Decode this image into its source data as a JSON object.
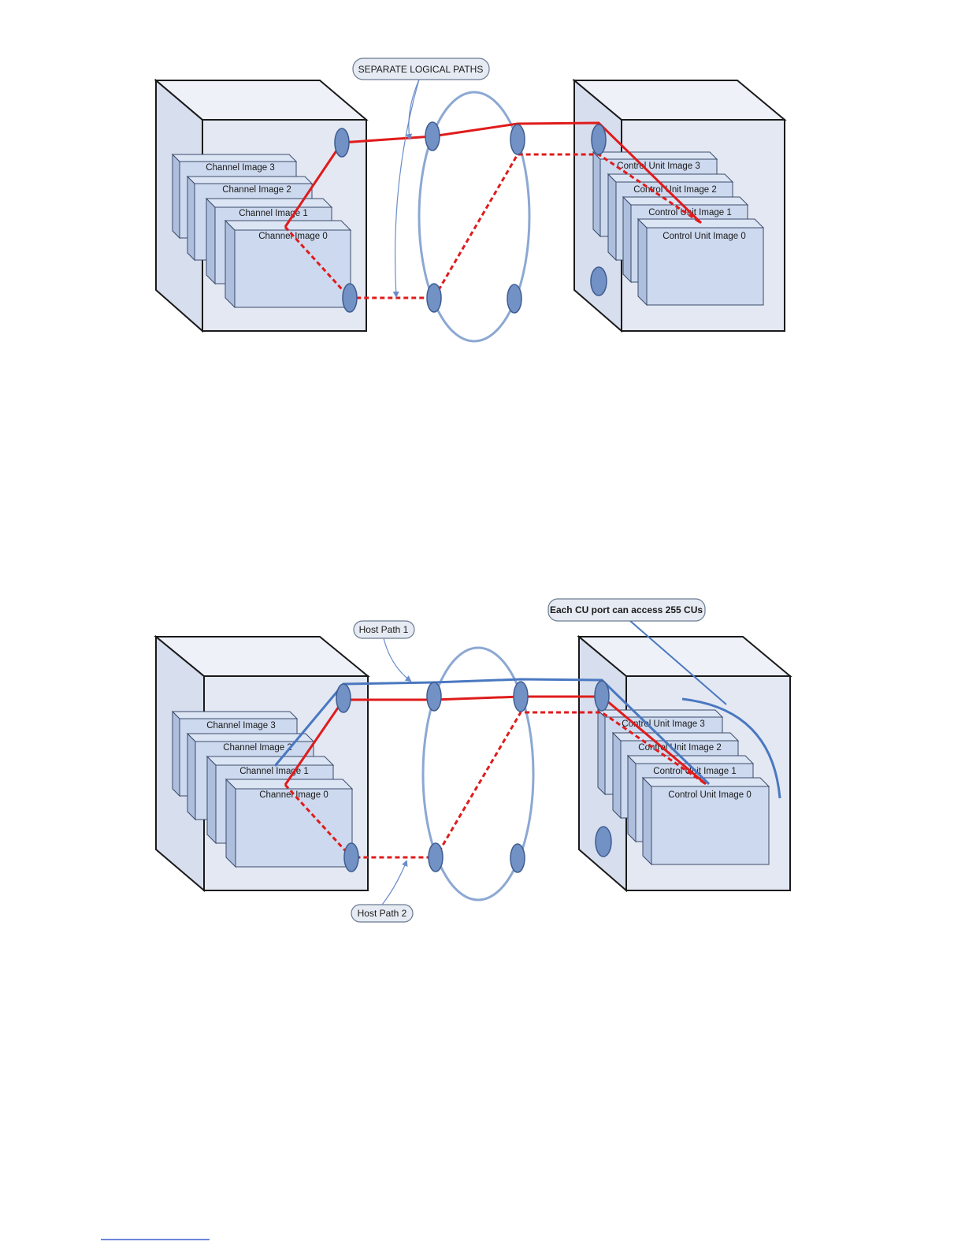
{
  "colors": {
    "box_fill": "#e3e8f3",
    "box_stroke": "#1a1a1a",
    "card_fill": "#cdd9ee",
    "card_side": "#aebfdd",
    "card_stroke": "#3a4a6a",
    "port_fill": "#7291c5",
    "port_stroke": "#3e5c90",
    "ring_stroke": "#8ca8d3",
    "red_path": "#e01b1b",
    "blue_path": "#4a78c0",
    "callout_fill": "#e6ebf3",
    "callout_stroke": "#6b7a90",
    "link": "#3b5fcc"
  },
  "figure1": {
    "callout": "SEPARATE LOGICAL PATHS",
    "channel_images": [
      "Channel Image 3",
      "Channel Image 2",
      "Channel Image 1",
      "Channel Image 0"
    ],
    "control_unit_images": [
      "Control Unit Image 3",
      "Control Unit Image 2",
      "Control Unit Image 1",
      "Control Unit Image 0"
    ]
  },
  "figure2": {
    "callout_top": "Host Path 1",
    "callout_bottom": "Host Path 2",
    "callout_right": "Each CU port can access 255 CUs",
    "channel_images": [
      "Channel Image 3",
      "Channel Image 2",
      "Channel Image 1",
      "Channel Image 0"
    ],
    "control_unit_images": [
      "Control Unit Image 3",
      "Control Unit Image 2",
      "Control Unit Image 1",
      "Control Unit Image 0"
    ]
  }
}
